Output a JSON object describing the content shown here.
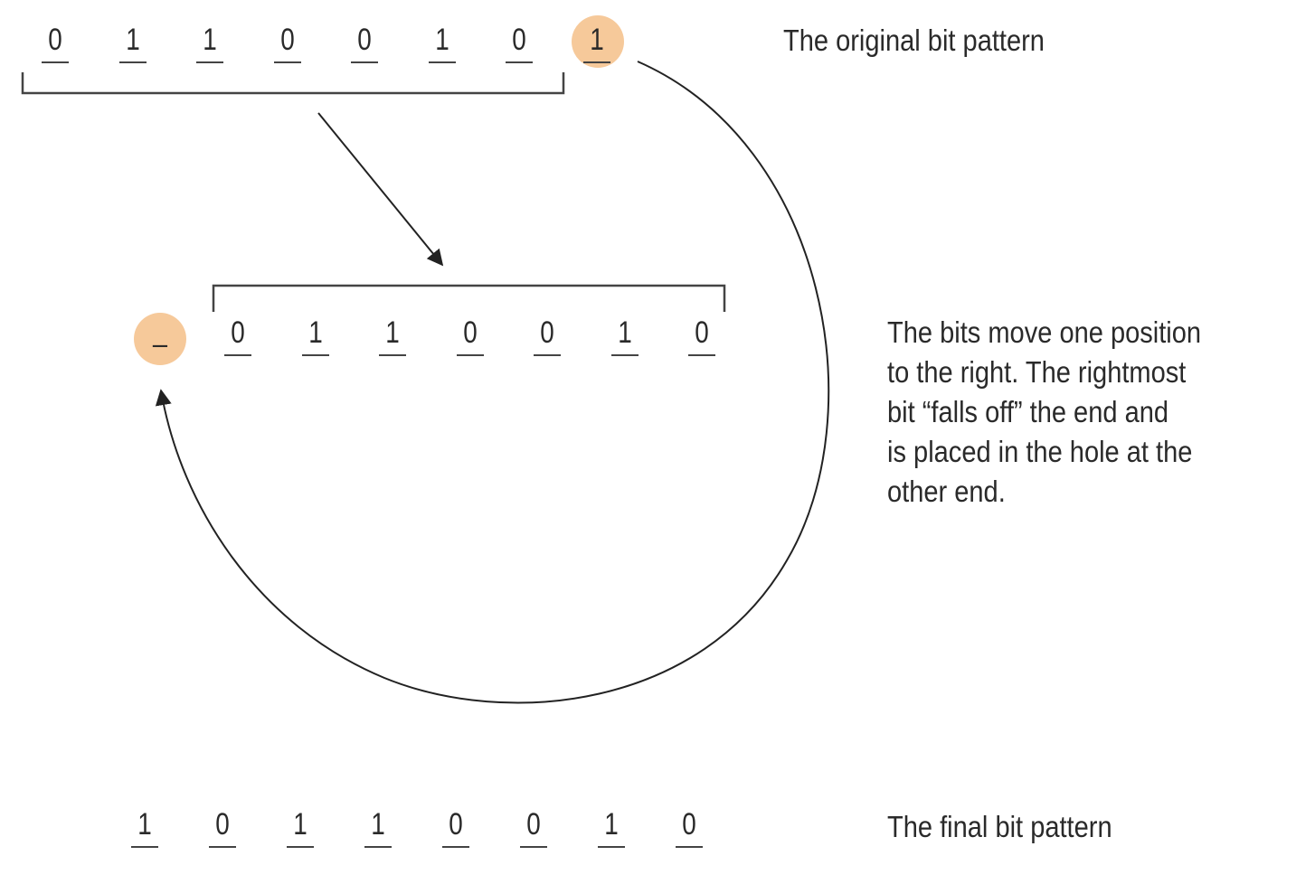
{
  "rows": {
    "original": {
      "bits": [
        "0",
        "1",
        "1",
        "0",
        "0",
        "1",
        "0",
        "1"
      ],
      "caption": "The original bit pattern"
    },
    "shifted": {
      "hole": "_",
      "bits": [
        "0",
        "1",
        "1",
        "0",
        "0",
        "1",
        "0"
      ],
      "caption_lines": [
        "The bits move one position",
        "to the right. The rightmost",
        "bit “falls off” the end and",
        "is placed in the hole at the",
        "other end."
      ]
    },
    "final": {
      "bits": [
        "1",
        "0",
        "1",
        "1",
        "0",
        "0",
        "1",
        "0"
      ],
      "caption": "The final bit pattern"
    }
  },
  "colors": {
    "highlight": "#f6c99a",
    "ink": "#2a2a2a"
  }
}
